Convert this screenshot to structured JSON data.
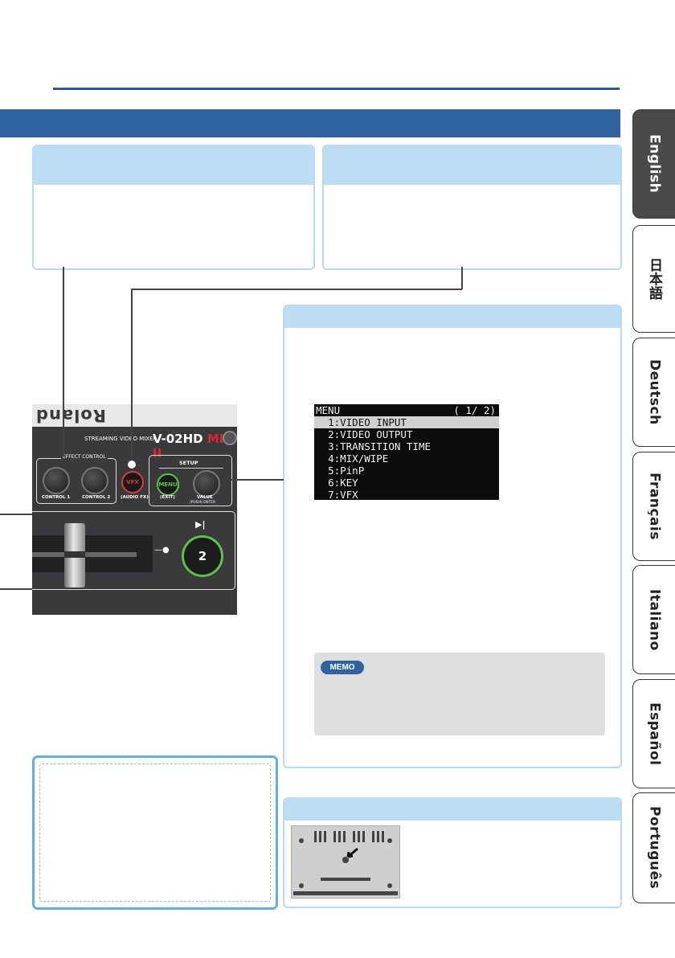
{
  "header": {},
  "language_tabs": [
    {
      "label": "English",
      "active": true
    },
    {
      "label": "日本語",
      "active": false
    },
    {
      "label": "Deutsch",
      "active": false
    },
    {
      "label": "Français",
      "active": false
    },
    {
      "label": "Italiano",
      "active": false
    },
    {
      "label": "Español",
      "active": false
    },
    {
      "label": "Português",
      "active": false
    }
  ],
  "device": {
    "brand": "Roland",
    "model_prefix": "STREAMING VIDEO MIXER",
    "model": "V-02HD",
    "model_suffix": "MK II",
    "effect_control": "EFFECT CONTROL",
    "control1": "CONTROL 1",
    "control2": "CONTROL 2",
    "vfx": "VFX",
    "audio_fx": "(AUDIO FX)",
    "setup": "SETUP",
    "menu": "MENU",
    "exit": "(EXIT)",
    "value": "VALUE",
    "push_enter": "(PUSH) ENTER",
    "play_symbol": "▶|",
    "channel_number": "2"
  },
  "lcd": {
    "title": "MENU",
    "page": "( 1/ 2)",
    "items": [
      "1:VIDEO INPUT",
      "2:VIDEO OUTPUT",
      "3:TRANSITION TIME",
      "4:MIX/WIPE",
      "5:PinP",
      "6:KEY",
      "7:VFX"
    ],
    "selected_index": 0
  },
  "note": {
    "badge": "MEMO"
  }
}
